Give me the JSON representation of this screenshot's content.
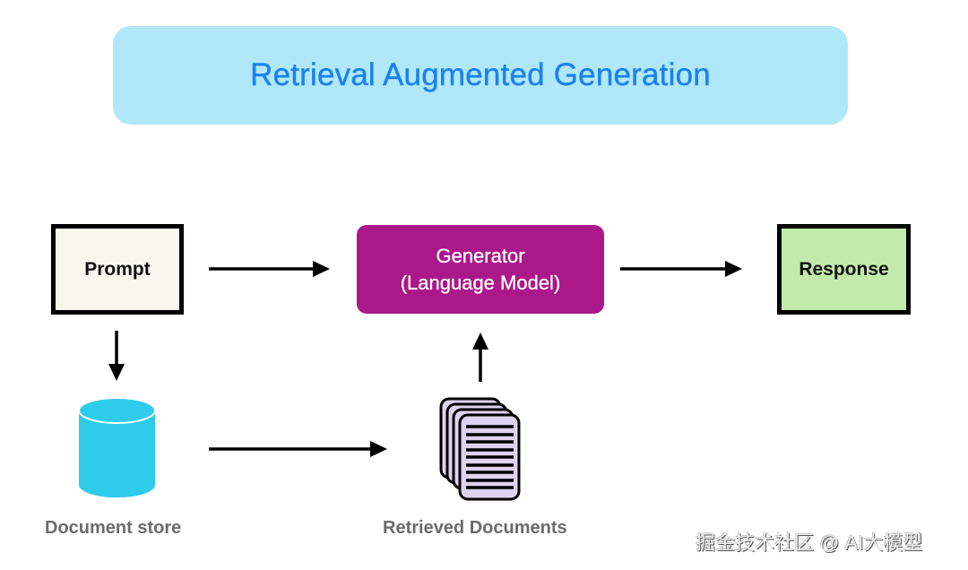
{
  "title": "Retrieval Augmented Generation",
  "nodes": {
    "prompt": {
      "label": "Prompt",
      "fill": "#f7f7ee"
    },
    "generator": {
      "line1": "Generator",
      "line2": "(Language Model)",
      "fill": "#aa1889"
    },
    "response": {
      "label": "Response",
      "fill": "#c2ebab"
    },
    "document_store": {
      "label": "Document store",
      "fill": "#2ecbeb",
      "icon": "database-cylinder-icon"
    },
    "retrieved_documents": {
      "label": "Retrieved Documents",
      "fill": "#ddd3f0",
      "icon": "document-stack-icon"
    }
  },
  "edges": [
    {
      "from": "Prompt",
      "to": "Generator"
    },
    {
      "from": "Generator",
      "to": "Response"
    },
    {
      "from": "Prompt",
      "to": "Document store"
    },
    {
      "from": "Document store",
      "to": "Retrieved Documents"
    },
    {
      "from": "Retrieved Documents",
      "to": "Generator"
    }
  ],
  "colors": {
    "title_bg": "#b0e8f9",
    "title_text": "#1a82f0",
    "arrow": "#000000",
    "caption": "#6b6b6b"
  },
  "watermark": "掘金技术社区 @ AI大模型"
}
